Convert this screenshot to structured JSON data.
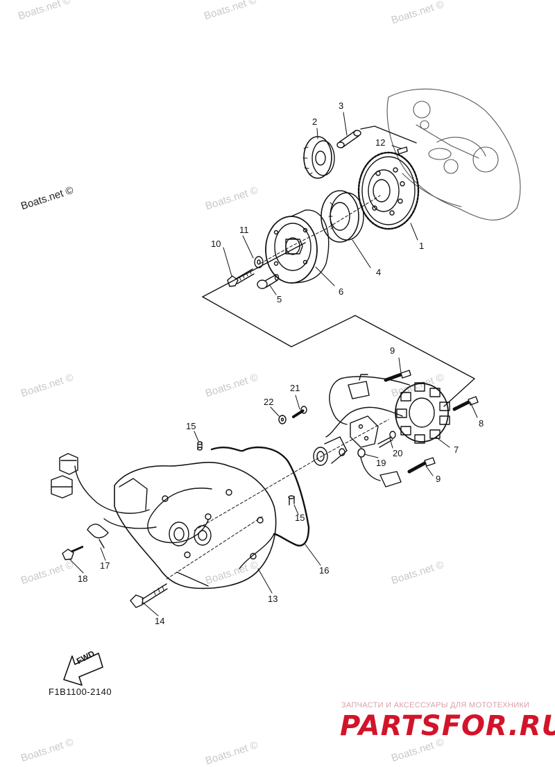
{
  "watermark": "Boats.net ©",
  "parts": {
    "p1": "1",
    "p2": "2",
    "p3": "3",
    "p4": "4",
    "p5": "5",
    "p6": "6",
    "p7": "7",
    "p8": "8",
    "p9": "9",
    "p10": "10",
    "p11": "11",
    "p12": "12",
    "p13": "13",
    "p14": "14",
    "p15": "15",
    "p16": "16",
    "p17": "17",
    "p18": "18",
    "p19": "19",
    "p20": "20",
    "p21": "21",
    "p22": "22"
  },
  "fwd_label": "FWD",
  "diagram_code": "F1B1100-2140",
  "brand_tagline": "ЗАПЧАСТИ И АКСЕССУАРЫ ДЛЯ МОТОТЕХНИКИ",
  "brand_name": "PARTSFOR.RU",
  "colors": {
    "line": "#111111",
    "watermark": "#c8c8c8",
    "brand": "#d2142a"
  }
}
